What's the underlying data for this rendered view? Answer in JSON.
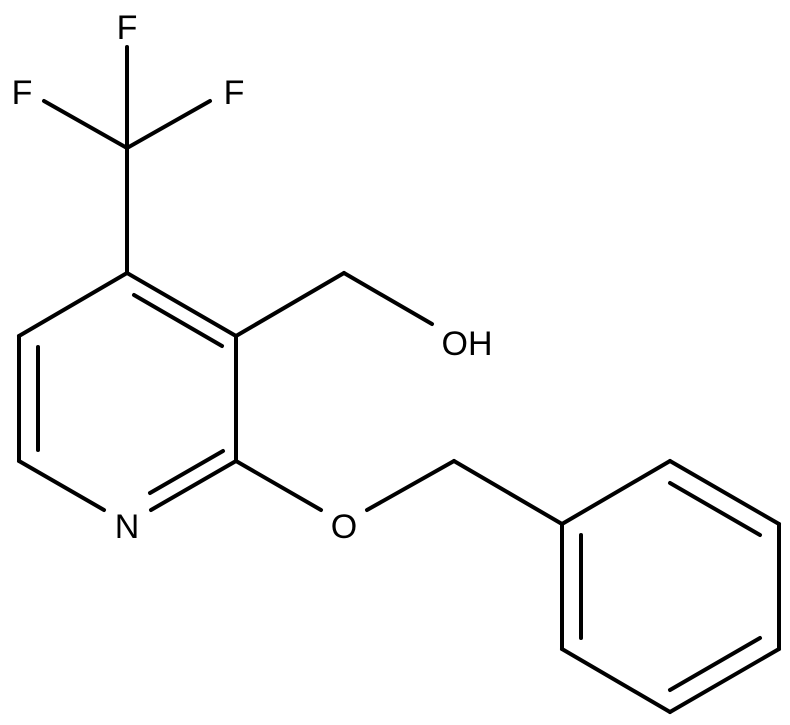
{
  "molecule": {
    "atom_labels": {
      "f_top": "F",
      "f_left": "F",
      "f_right": "F",
      "oh": "OH",
      "ether_o": "O",
      "ring_n": "N"
    }
  }
}
